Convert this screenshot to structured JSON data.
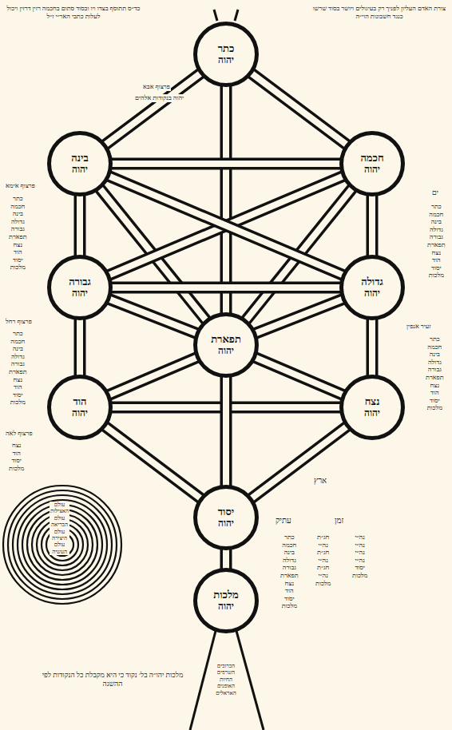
{
  "diagram": {
    "nodes": [
      {
        "text": [
          "כתר",
          "יהוה"
        ]
      },
      {
        "text": [
          "בינה",
          "יהוה"
        ]
      },
      {
        "text": [
          "חכמה",
          "יהוה"
        ]
      },
      {
        "text": [
          "גבורה",
          "יהוה"
        ]
      },
      {
        "text": [
          "גדולה",
          "יהוה"
        ]
      },
      {
        "text": [
          "תפארת",
          "יהוה"
        ]
      },
      {
        "text": [
          "הוד",
          "יהוה"
        ]
      },
      {
        "text": [
          "נצח",
          "יהוה"
        ]
      },
      {
        "text": [
          "יסוד",
          "יהוה"
        ]
      },
      {
        "text": [
          "מלכות",
          "יהוה"
        ]
      }
    ],
    "edges": [
      {
        "from": 0,
        "to": 2,
        "arrow": "none"
      },
      {
        "from": 0,
        "to": 1,
        "arrow": "none"
      },
      {
        "from": 0,
        "to": 5,
        "arrow": "none"
      },
      {
        "from": 2,
        "to": 1,
        "arrow": "none"
      },
      {
        "from": 2,
        "to": 5,
        "arrow": "none"
      },
      {
        "from": 1,
        "to": 5,
        "arrow": "none"
      },
      {
        "from": 2,
        "to": 4,
        "arrow": "none"
      },
      {
        "from": 1,
        "to": 3,
        "arrow": "none"
      },
      {
        "from": 2,
        "to": 3,
        "arrow": "none"
      },
      {
        "from": 1,
        "to": 4,
        "arrow": "none"
      },
      {
        "from": 4,
        "to": 3,
        "arrow": "none"
      },
      {
        "from": 4,
        "to": 5,
        "arrow": "none"
      },
      {
        "from": 3,
        "to": 5,
        "arrow": "none"
      },
      {
        "from": 4,
        "to": 7,
        "arrow": "none"
      },
      {
        "from": 3,
        "to": 6,
        "arrow": "none"
      },
      {
        "from": 5,
        "to": 7,
        "arrow": "none"
      },
      {
        "from": 5,
        "to": 6,
        "arrow": "none"
      },
      {
        "from": 7,
        "to": 6,
        "arrow": "none"
      },
      {
        "from": 7,
        "to": 8,
        "arrow": "none"
      },
      {
        "from": 6,
        "to": 8,
        "arrow": "none"
      },
      {
        "from": 5,
        "to": 8,
        "arrow": "none"
      },
      {
        "from": 8,
        "to": 9,
        "arrow": "none"
      }
    ],
    "labels": [
      "כד״ס תתוסף בצדו ויו ובסוד סתום בחכמה רזין דרזין ויכול לעלות כתבי האר״י ז״ל",
      "צורת האדם העליון לפניך רק בעיגולים ויושר בסוד שרשו כנגד חשבונות הוי״ה",
      "פרצוף אבא",
      "יהוה בנקודות אלהים",
      "פרצוף אימא",
      "כתר חכמה בינה גדולה גבורה תפארת נצח הוד יסוד מלכות",
      "ים",
      "כתר חכמה בינה גדולה גבורה תפארת נצח הוד יסוד מלכות",
      "זעיר אנפין",
      "כתר חכמה בינה גדולה גבורה תפארת נצח הוד יסוד מלכות",
      "פרצוף רחל",
      "כתר חכמה בינה גדולה גבורה תפארת נצח הוד יסוד מלכות",
      "פרצוף לאה",
      "נצח הוד יסוד מלכות",
      "מלכות יהו״ה בל׳ נקוד כי היא מקבלת כל הנקודות לפי ההשגה",
      "עולם האצילות עולם הבריאה עולם היצירה עולם העשיה",
      "ארץ",
      "עתיק",
      "זמן",
      "כתר חכמה בינה גדולה גבורה תפארת נצח הוד יסוד מלכות",
      "חג״ת נה״י חג״ת נה״י חג״ת נה״י מלכות",
      "נה״י נה״י נה״י נה״י יסוד מלכות",
      "הכרובים השרפים החיות האופנים האראלים"
    ]
  }
}
